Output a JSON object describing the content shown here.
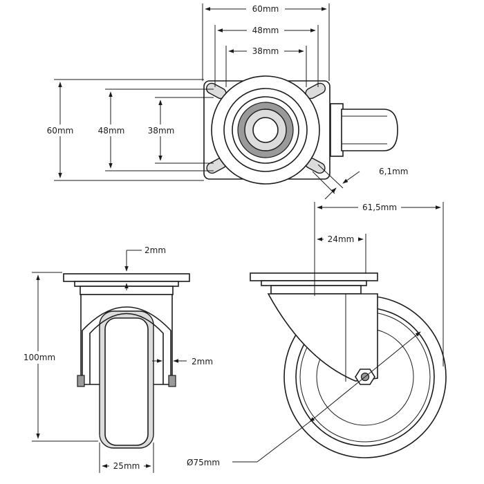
{
  "dimensions": {
    "top_width_outer": "60mm",
    "top_width_mid": "48mm",
    "top_width_inner": "38mm",
    "top_height_outer": "60mm",
    "top_height_mid": "48mm",
    "top_height_inner": "38mm",
    "slot_width": "6,1mm",
    "side_overall": "61,5mm",
    "side_offset": "24mm",
    "front_plate_thickness": "2mm",
    "front_fork_thickness": "2mm",
    "front_height": "100mm",
    "front_wheel_width": "25mm",
    "wheel_diameter": "Ø75mm"
  },
  "colors": {
    "line": "#1a1a1a",
    "hub_fill": "#dcdcdc",
    "dark_fill": "#9a9a9a",
    "background": "#ffffff"
  }
}
